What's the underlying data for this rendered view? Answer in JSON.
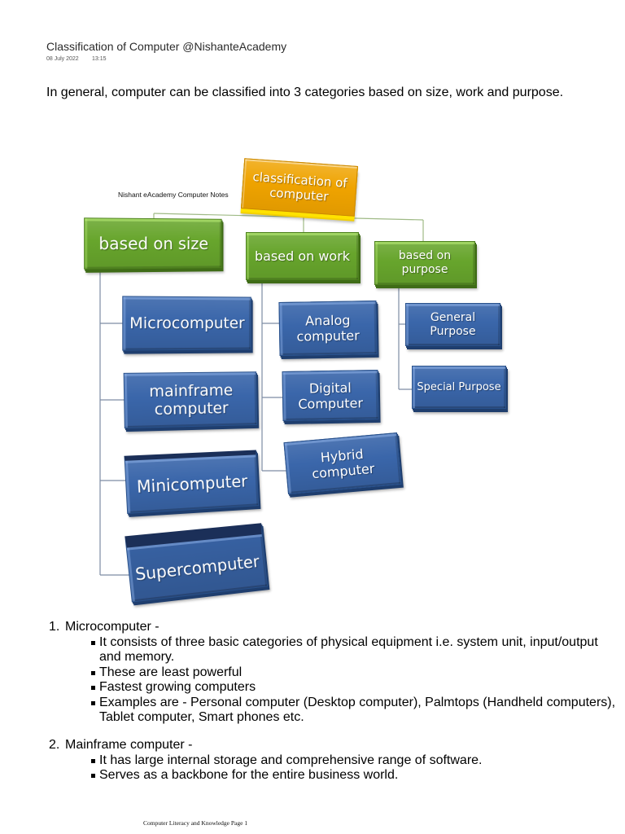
{
  "page": {
    "title": "Classification of Computer @NishanteAcademy",
    "date": "08 July 2022",
    "time": "13:15",
    "intro": "In general, computer can be classified into 3 categories based on size, work and purpose."
  },
  "diagram": {
    "watermark": "Nishant eAcademy Computer Notes",
    "root": "classification of computer",
    "branches": [
      {
        "label": "based on size",
        "children": [
          "Microcomputer",
          "mainframe computer",
          "Minicomputer",
          "Supercomputer"
        ]
      },
      {
        "label": "based on work",
        "children": [
          "Analog computer",
          "Digital Computer",
          "Hybrid computer"
        ]
      },
      {
        "label": "based on purpose",
        "children": [
          "General Purpose",
          "Special Purpose"
        ]
      }
    ],
    "colors": {
      "root": "#EFA300",
      "branch": "#67A52C",
      "leaf": "#3A66AA",
      "leaf_dark": "#1B2F58",
      "connector": "#7D8CA3"
    }
  },
  "sections": [
    {
      "number": "1.",
      "heading": "Microcomputer -",
      "bullets": [
        "It consists of three basic categories of physical equipment i.e. system unit, input/output and memory.",
        "These are least powerful",
        "Fastest growing computers",
        "Examples are - Personal computer (Desktop computer), Palmtops (Handheld computers), Tablet computer, Smart phones etc."
      ]
    },
    {
      "number": "2.",
      "heading": "Mainframe computer -",
      "bullets": [
        "It has large internal storage and comprehensive range of software.",
        "Serves as a backbone for the entire business world."
      ]
    }
  ],
  "footer": "Computer Literacy and Knowledge Page 1"
}
